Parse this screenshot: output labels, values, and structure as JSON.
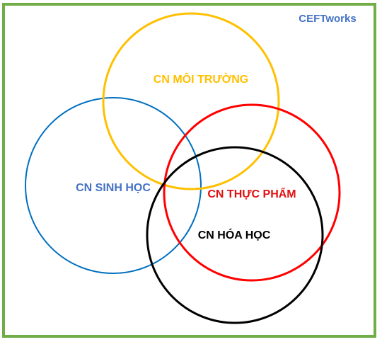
{
  "brand": {
    "text": "CEFTworks",
    "color": "#4472C4"
  },
  "frame": {
    "color": "#70AD47"
  },
  "sets": [
    {
      "id": "moi-truong",
      "label": "CN MÔI TRƯỜNG",
      "color": "#FFC000"
    },
    {
      "id": "sinh-hoc",
      "label": "CN SINH HỌC",
      "color": "#0070C0",
      "text_color": "#4472C4"
    },
    {
      "id": "thuc-pham",
      "label": "CN THỰC PHẨM",
      "color": "#FF0000",
      "text_color": "#E01010"
    },
    {
      "id": "hoa-hoc",
      "label": "CN HÓA HỌC",
      "color": "#000000"
    }
  ]
}
